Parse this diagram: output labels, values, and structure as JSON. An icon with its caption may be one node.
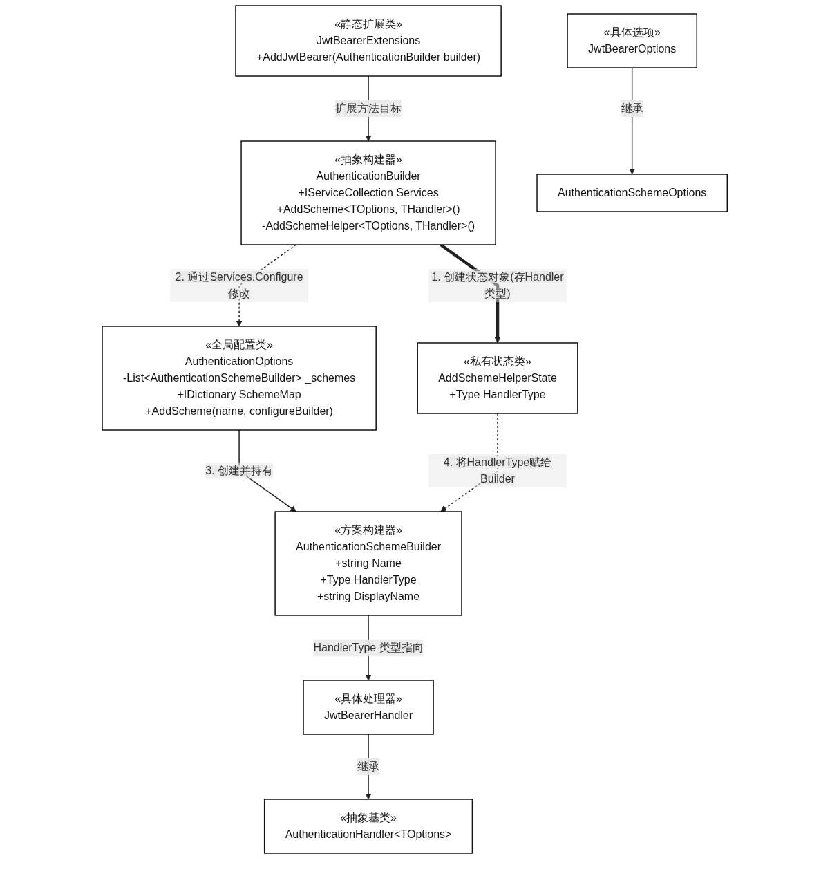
{
  "diagram": {
    "nodes": [
      {
        "text": [
          "«静态扩展类»",
          "JwtBearerExtensions",
          "+AddJwtBearer(AuthenticationBuilder builder)"
        ]
      },
      {
        "text": [
          "«具体选项»",
          "JwtBearerOptions"
        ]
      },
      {
        "text": [
          "«抽象构建器»",
          "AuthenticationBuilder",
          "+IServiceCollection Services",
          "+AddScheme<TOptions, THandler>()",
          "-AddSchemeHelper<TOptions, THandler>()"
        ]
      },
      {
        "text": [
          "AuthenticationSchemeOptions"
        ]
      },
      {
        "text": [
          "«全局配置类»",
          "AuthenticationOptions",
          "-List<AuthenticationSchemeBuilder> _schemes",
          "+IDictionary SchemeMap",
          "+AddScheme(name, configureBuilder)"
        ]
      },
      {
        "text": [
          "«私有状态类»",
          "AddSchemeHelperState",
          "+Type HandlerType"
        ]
      },
      {
        "text": [
          "«方案构建器»",
          "AuthenticationSchemeBuilder",
          "+string Name",
          "+Type HandlerType",
          "+string DisplayName"
        ]
      },
      {
        "text": [
          "«具体处理器»",
          "JwtBearerHandler"
        ]
      },
      {
        "text": [
          "«抽象基类»",
          "AuthenticationHandler<TOptions>"
        ]
      }
    ],
    "edges": [
      {
        "from": 0,
        "to": 2,
        "arrow": "to",
        "label": "扩展方法目标"
      },
      {
        "from": 1,
        "to": 3,
        "arrow": "to",
        "label": "继承"
      },
      {
        "from": 2,
        "to": 5,
        "arrow": "to",
        "label": "1. 创建状态对象(存Handler类型)",
        "style": "thick"
      },
      {
        "from": 2,
        "to": 4,
        "arrow": "to",
        "label": "2. 通过Services.Configure修改",
        "style": "dashed"
      },
      {
        "from": 4,
        "to": 6,
        "arrow": "to",
        "label": "3. 创建并持有"
      },
      {
        "from": 5,
        "to": 6,
        "arrow": "to",
        "label": "4. 将HandlerType赋给Builder",
        "style": "dashed"
      },
      {
        "from": 6,
        "to": 7,
        "arrow": "to",
        "label": "HandlerType 类型指向"
      },
      {
        "from": 7,
        "to": 8,
        "arrow": "to",
        "label": "继承"
      }
    ]
  }
}
